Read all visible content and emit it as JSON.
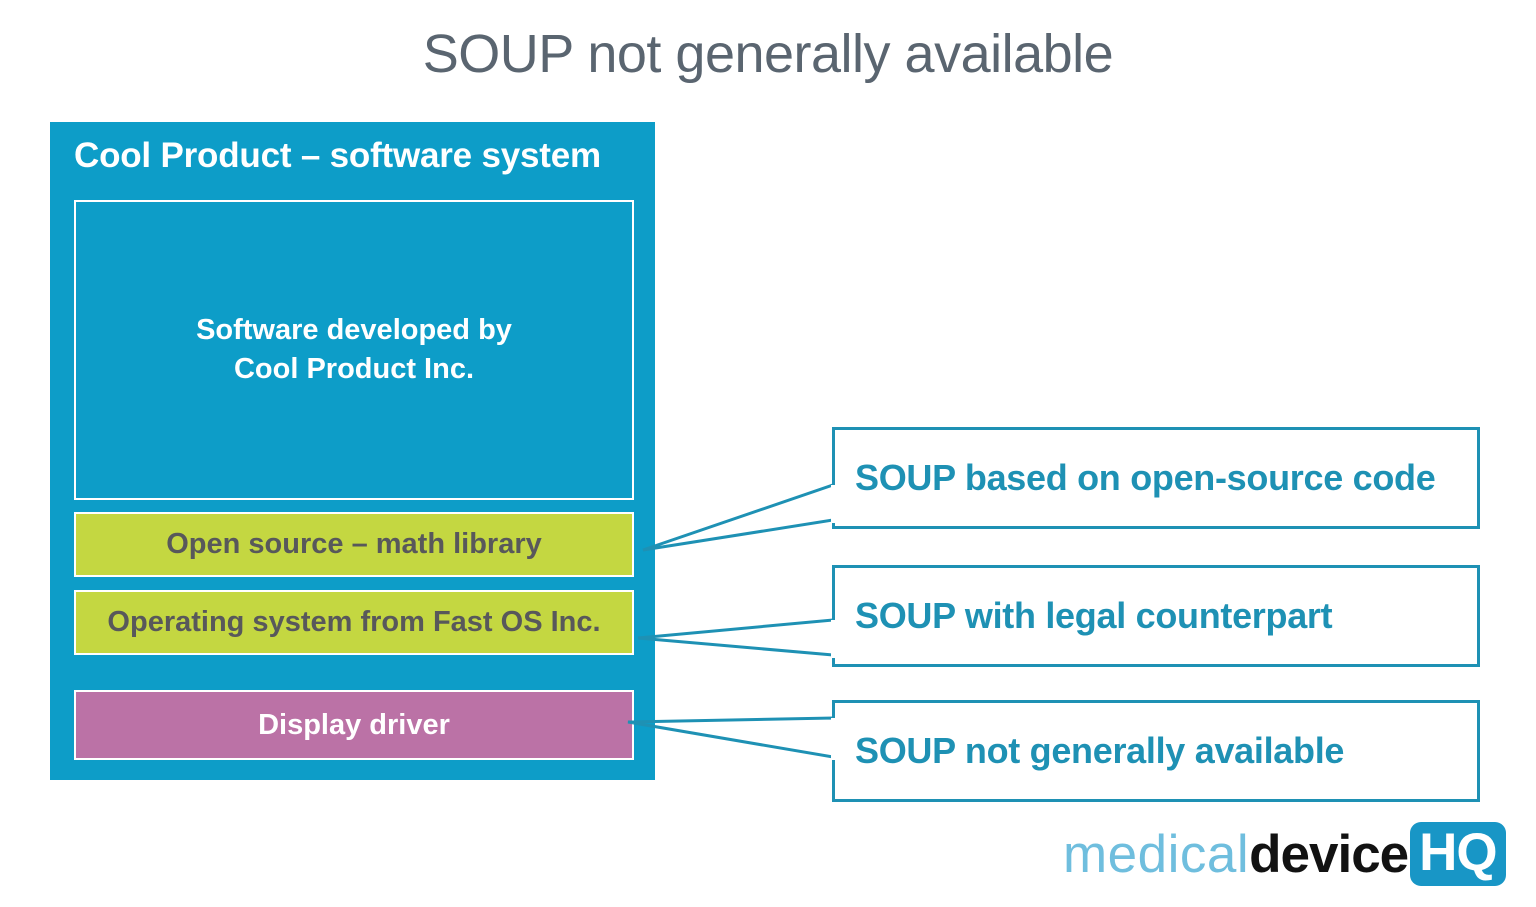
{
  "page": {
    "title": "SOUP not generally available"
  },
  "system": {
    "title": "Cool Product – software system",
    "layers": [
      {
        "id": "own-software",
        "label": "Software developed by\nCool Product Inc.",
        "line1": "Software developed by",
        "line2": "Cool Product Inc.",
        "color": "#0d9dc8",
        "text_color": "#ffffff"
      },
      {
        "id": "math-library",
        "label": "Open source – math library",
        "color": "#c4d741",
        "text_color": "#58585b"
      },
      {
        "id": "operating-system",
        "label": "Operating system from Fast OS Inc.",
        "color": "#c4d741",
        "text_color": "#58585b"
      },
      {
        "id": "display-driver",
        "label": "Display driver",
        "color": "#bb72a6",
        "text_color": "#ffffff"
      }
    ]
  },
  "callouts": [
    {
      "id": "open-source",
      "label": "SOUP based on open-source code",
      "points_to": "math-library"
    },
    {
      "id": "legal-counterpart",
      "label": "SOUP with legal counterpart",
      "points_to": "operating-system"
    },
    {
      "id": "not-available",
      "label": "SOUP not generally available",
      "points_to": "display-driver"
    }
  ],
  "logo": {
    "part1": "medical",
    "part2": "device",
    "part3": "HQ"
  },
  "colors": {
    "brand_blue": "#0d9dc8",
    "callout_blue": "#1e91b4",
    "green": "#c4d741",
    "purple": "#bb72a6",
    "title_gray": "#5a6570",
    "logo_light_blue": "#6fbede",
    "logo_badge_blue": "#1896c6"
  }
}
